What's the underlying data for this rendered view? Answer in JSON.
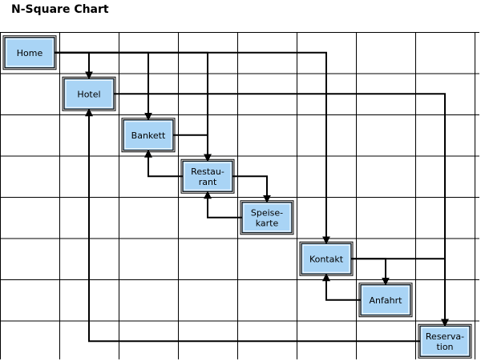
{
  "title": "N-Square Chart",
  "nodes": [
    {
      "id": "home",
      "lines": [
        "Home"
      ]
    },
    {
      "id": "hotel",
      "lines": [
        "Hotel"
      ]
    },
    {
      "id": "bankett",
      "lines": [
        "Bankett"
      ]
    },
    {
      "id": "restaurant",
      "lines": [
        "Restau-",
        "rant"
      ]
    },
    {
      "id": "speisekarte",
      "lines": [
        "Speise-",
        "karte"
      ]
    },
    {
      "id": "kontakt",
      "lines": [
        "Kontakt"
      ]
    },
    {
      "id": "anfahrt",
      "lines": [
        "Anfahrt"
      ]
    },
    {
      "id": "reservation",
      "lines": [
        "Reserva-",
        "tion"
      ]
    }
  ],
  "connections": [
    {
      "from": "home",
      "to": "hotel"
    },
    {
      "from": "home",
      "to": "bankett"
    },
    {
      "from": "home",
      "to": "restaurant"
    },
    {
      "from": "home",
      "to": "kontakt"
    },
    {
      "from": "hotel",
      "to": "reservation"
    },
    {
      "from": "bankett",
      "to": "restaurant"
    },
    {
      "from": "restaurant",
      "to": "bankett"
    },
    {
      "from": "restaurant",
      "to": "speisekarte"
    },
    {
      "from": "speisekarte",
      "to": "restaurant"
    },
    {
      "from": "kontakt",
      "to": "anfahrt"
    },
    {
      "from": "kontakt",
      "to": "reservation"
    },
    {
      "from": "anfahrt",
      "to": "kontakt"
    },
    {
      "from": "reservation",
      "to": "hotel"
    }
  ]
}
